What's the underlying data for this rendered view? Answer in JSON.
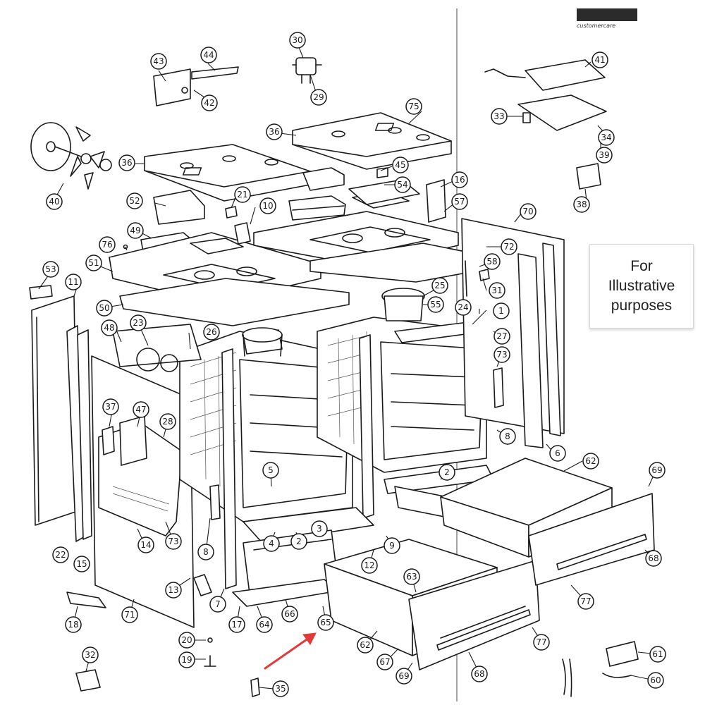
{
  "brand": {
    "bar_text": "",
    "sub_text": "customercare"
  },
  "note": {
    "text": "For\nIllustrative\npurposes"
  },
  "callouts": {
    "c1": "1",
    "c2a": "2",
    "c2b": "2",
    "c3": "3",
    "c4": "4",
    "c5": "5",
    "c6": "6",
    "c7": "7",
    "c8a": "8",
    "c8b": "8",
    "c9": "9",
    "c10": "10",
    "c11": "11",
    "c12": "12",
    "c13": "13",
    "c14": "14",
    "c15": "15",
    "c16": "16",
    "c17": "17",
    "c18": "18",
    "c19": "19",
    "c20": "20",
    "c21": "21",
    "c22": "22",
    "c23": "23",
    "c24": "24",
    "c25": "25",
    "c26": "26",
    "c27": "27",
    "c28": "28",
    "c29": "29",
    "c30": "30",
    "c31": "31",
    "c32": "32",
    "c33": "33",
    "c34": "34",
    "c35": "35",
    "c36a": "36",
    "c36b": "36",
    "c37": "37",
    "c38": "38",
    "c39": "39",
    "c40": "40",
    "c41": "41",
    "c42": "42",
    "c43": "43",
    "c44": "44",
    "c45": "45",
    "c47": "47",
    "c48": "48",
    "c49": "49",
    "c50": "50",
    "c51": "51",
    "c52": "52",
    "c53": "53",
    "c54": "54",
    "c55": "55",
    "c57": "57",
    "c58": "58",
    "c60": "60",
    "c61": "61",
    "c62a": "62",
    "c62b": "62",
    "c63": "63",
    "c64": "64",
    "c65": "65",
    "c66": "66",
    "c67": "67",
    "c68a": "68",
    "c68b": "68",
    "c69a": "69",
    "c69b": "69",
    "c70": "70",
    "c71": "71",
    "c72": "72",
    "c73a": "73",
    "c73b": "73",
    "c75": "75",
    "c76": "76",
    "c77a": "77",
    "c77b": "77"
  },
  "colors": {
    "arrow": "#e03a3a",
    "ink": "#1a1a1a"
  }
}
